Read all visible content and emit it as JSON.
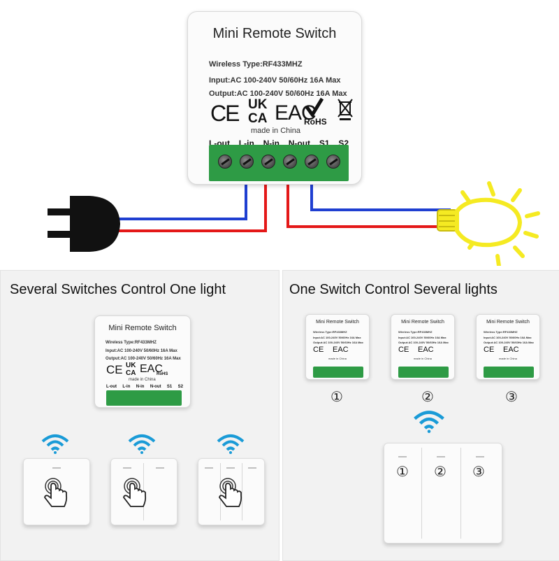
{
  "module": {
    "title": "Mini Remote Switch",
    "wireless": "Wireless Type:RF433MHZ",
    "input": "Input:AC 100-240V 50/60Hz 16A Max",
    "output": "Output:AC 100-240V 50/60Hz 16A Max",
    "cert_ce": "CE",
    "cert_uk": "UK",
    "cert_ca": "CA",
    "cert_eac": "EAC",
    "cert_rohs": "RoHS",
    "made_in": "made in China",
    "pins": [
      "L-out",
      "L-in",
      "N-in",
      "N-out",
      "S1",
      "S2"
    ]
  },
  "panels": {
    "left_title": "Several Switches Control One light",
    "right_title": "One Switch Control Several lights"
  },
  "numbers": [
    "①",
    "②",
    "③"
  ],
  "colors": {
    "wire_blue": "#1f3fd1",
    "wire_red": "#e41818",
    "terminal_green": "#2e9b45",
    "signal_blue": "#1a9bd7",
    "bulb_yellow": "#f5ea22"
  },
  "icons": [
    "plug-icon",
    "light-bulb-icon",
    "wifi-signal-icon",
    "touch-hand-icon",
    "weee-bin-icon",
    "check-mark-icon"
  ]
}
